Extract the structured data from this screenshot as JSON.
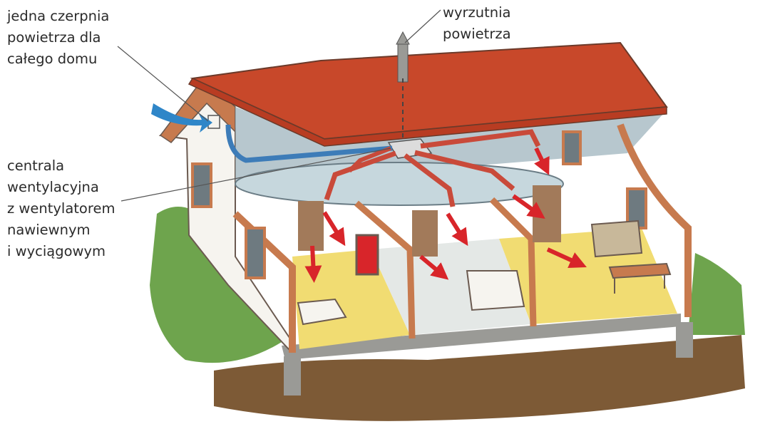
{
  "labels": {
    "intake": [
      "jedna czerpnia",
      "powietrza dla",
      "całego domu"
    ],
    "exhaust": [
      "wyrzutnia",
      "powietrza"
    ],
    "unit": [
      "centrala",
      "wentylacyjna",
      "z wentylatorem",
      "nawiewnym",
      "i wyciągowym"
    ]
  },
  "colors": {
    "roof": "#c8482a",
    "fresh_air_arrow": "#2f86c8",
    "supply_arrow": "#d8252a",
    "duct": "#c94a3a",
    "intake_duct": "#3d7cb8",
    "floor": "#f1dc72",
    "ground": "#7d5a36",
    "grass": "#5e9a3a",
    "beam": "#c77a4e"
  }
}
